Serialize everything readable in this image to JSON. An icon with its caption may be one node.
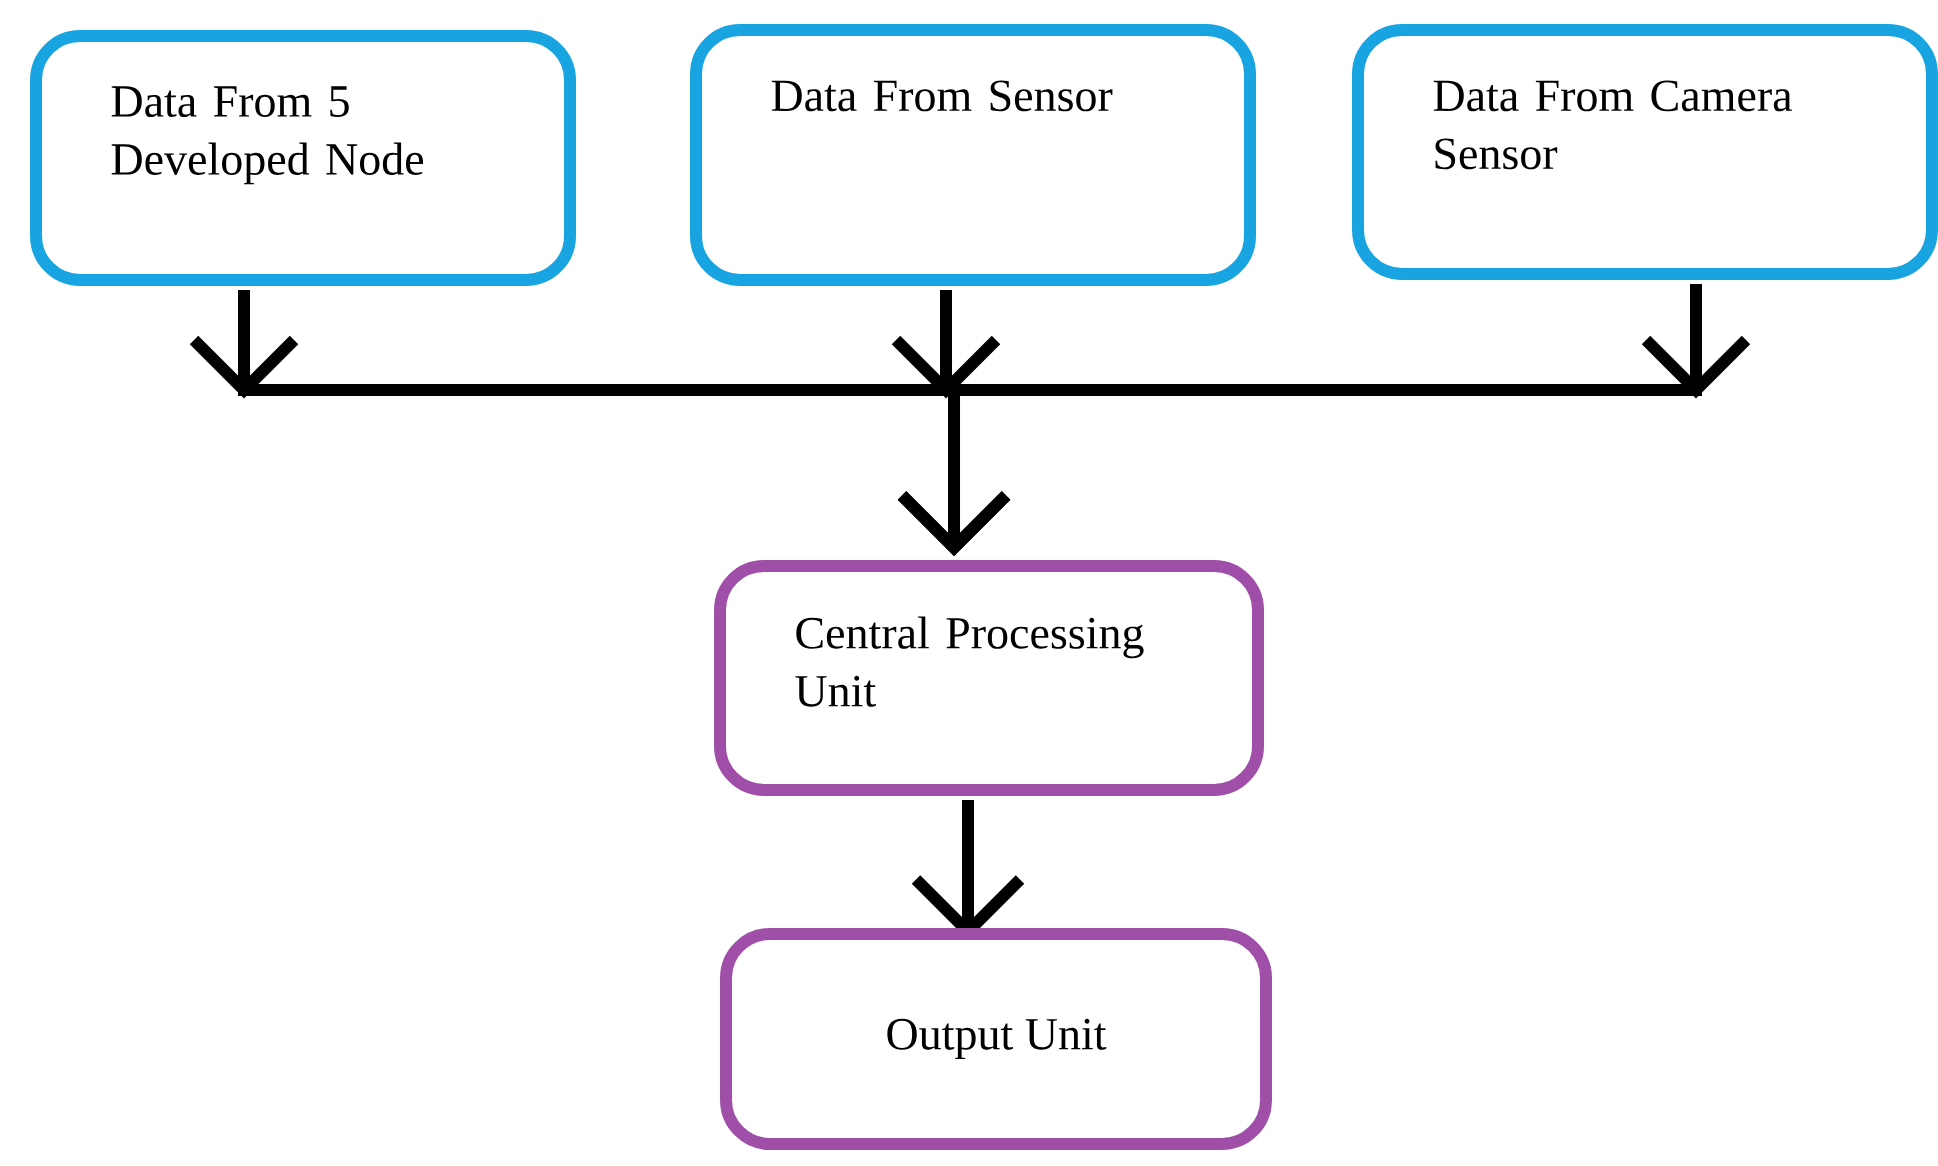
{
  "diagram": {
    "nodes": [
      {
        "text": [
          "Data From 5 Developed Node"
        ]
      },
      {
        "text": [
          "Data From Sensor"
        ]
      },
      {
        "text": [
          "Data From Camera Sensor"
        ]
      },
      {
        "text": [
          "Central Processing Unit"
        ]
      },
      {
        "text": [
          "Output Unit"
        ]
      }
    ],
    "edges": [
      {
        "from": 0,
        "to": 3,
        "arrow": "to"
      },
      {
        "from": 1,
        "to": 3,
        "arrow": "to"
      },
      {
        "from": 2,
        "to": 3,
        "arrow": "to"
      },
      {
        "from": 3,
        "to": 4,
        "arrow": "to"
      }
    ]
  }
}
